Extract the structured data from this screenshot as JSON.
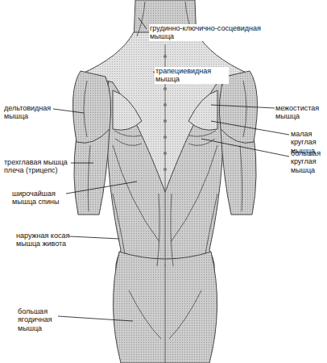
{
  "diagram": {
    "labels": [
      "грудинно-ключично-сосцевидная мышца",
      "трапециевидная мышца",
      "дельтовидная мышца",
      "межостистая мышца",
      "малая круглая мышца",
      "большая круглая мышца",
      "трехглавая мышца плеча (трицепс)",
      "широчайшая мышца спины",
      "наружная косая мышца живота",
      "большая ягодичная мышца"
    ]
  }
}
